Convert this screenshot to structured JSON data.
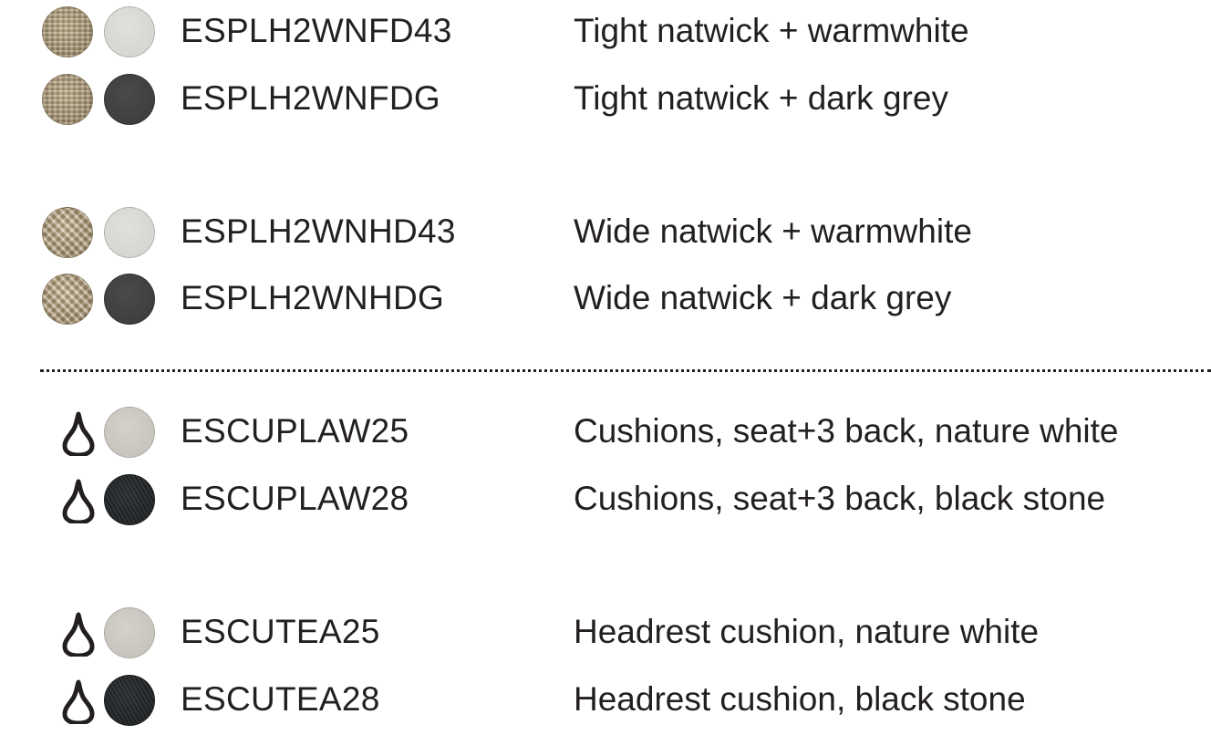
{
  "rows": [
    {
      "code": "ESPLH2WNFD43",
      "description": "Tight natwick + warmwhite",
      "swatch_1": "tight-natwick",
      "swatch_2": "warmwhite",
      "outdoor_icon": false
    },
    {
      "code": "ESPLH2WNFDG",
      "description": "Tight natwick + dark grey",
      "swatch_1": "tight-natwick",
      "swatch_2": "dark-grey",
      "outdoor_icon": false
    },
    {
      "code": "ESPLH2WNHD43",
      "description": "Wide natwick + warmwhite",
      "swatch_1": "wide-natwick",
      "swatch_2": "warmwhite",
      "outdoor_icon": false
    },
    {
      "code": "ESPLH2WNHDG",
      "description": "Wide natwick + dark grey",
      "swatch_1": "wide-natwick",
      "swatch_2": "dark-grey",
      "outdoor_icon": false
    },
    {
      "code": "ESCUPLAW25",
      "description": "Cushions, seat+3 back, nature white",
      "swatch_1": "water-drop-icon",
      "swatch_2": "nature-white",
      "outdoor_icon": true
    },
    {
      "code": "ESCUPLAW28",
      "description": "Cushions, seat+3 back, black stone",
      "swatch_1": "water-drop-icon",
      "swatch_2": "black-stone",
      "outdoor_icon": true
    },
    {
      "code": "ESCUTEA25",
      "description": "Headrest cushion, nature white",
      "swatch_1": "water-drop-icon",
      "swatch_2": "nature-white",
      "outdoor_icon": true
    },
    {
      "code": "ESCUTEA28",
      "description": "Headrest cushion, black stone",
      "swatch_1": "water-drop-icon",
      "swatch_2": "black-stone",
      "outdoor_icon": true
    }
  ],
  "colors": {
    "text": "#231f20",
    "warmwhite": "#d6d7d1",
    "dark_grey": "#3f3f3f",
    "nature_white": "#c8c6bf",
    "black_stone": "#24272a",
    "natwick": "#a89673"
  }
}
